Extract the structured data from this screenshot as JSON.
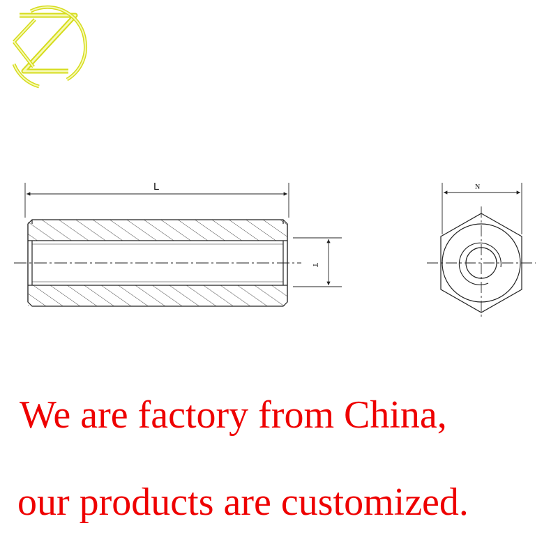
{
  "logo": {
    "mark": "Z",
    "colors": {
      "stroke": "#d8e018",
      "fill": "#f3f7a2"
    }
  },
  "drawing": {
    "side_view": {
      "length_label": "L",
      "thread_label": "T"
    },
    "end_view": {
      "width_label": "N"
    },
    "line_color": "#222222"
  },
  "slogan": {
    "line1": "We are factory from China,",
    "line2": "our products are customized.",
    "color": "#ee0000"
  }
}
